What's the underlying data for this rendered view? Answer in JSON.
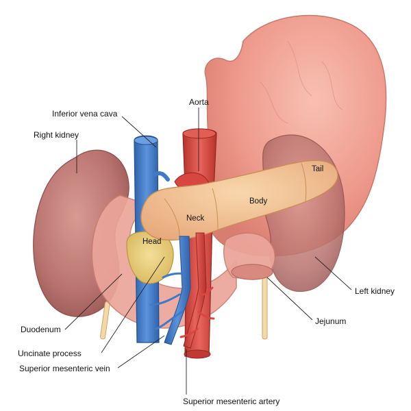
{
  "labels": {
    "inferior_vena_cava": "Inferior vena cava",
    "aorta": "Aorta",
    "right_kidney": "Right kidney",
    "tail": "Tail",
    "body": "Body",
    "neck": "Neck",
    "head": "Head",
    "left_kidney": "Left kidney",
    "duodenum": "Duodenum",
    "jejunum": "Jejunum",
    "uncinate_process": "Uncinate process",
    "superior_mesenteric_vein": "Superior mesenteric vein",
    "superior_mesenteric_artery": "Superior mesenteric artery"
  },
  "colors": {
    "stomach": "#ee9a8c",
    "kidney": "#b9736e",
    "pancreas": "#f2c28e",
    "vein": "#3f79c8",
    "artery": "#d8473f",
    "duodenum": "#eba59a",
    "uncinate": "#e8cf7a"
  }
}
